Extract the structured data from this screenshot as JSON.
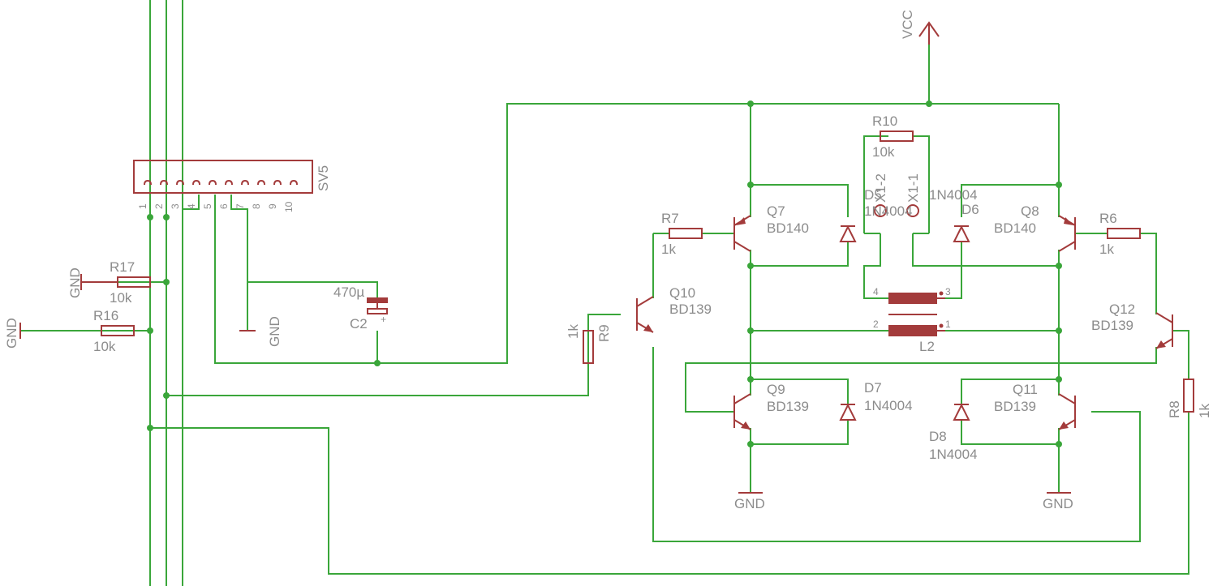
{
  "schematic": {
    "labels": {
      "vcc": "VCC",
      "sv5": "SV5",
      "sv5_pins": [
        "1",
        "2",
        "3",
        "4",
        "5",
        "6",
        "7",
        "8",
        "9",
        "10"
      ],
      "r17": "R17",
      "r17_val": "10k",
      "r16": "R16",
      "r16_val": "10k",
      "gnd_left1": "GND",
      "gnd_left2": "GND",
      "gnd_c2": "GND",
      "c2": "C2",
      "c2_val": "470µ",
      "c2_plus": "+",
      "r10": "R10",
      "r10_val": "10k",
      "x1_2": "X1-2",
      "x1_1": "X1-1",
      "d5": "D5",
      "d5_val": "1N4004",
      "d6": "D6",
      "d6_val": "1N4004",
      "d7": "D7",
      "d7_val": "1N4004",
      "d8": "D8",
      "d8_val": "1N4004",
      "r7": "R7",
      "r7_val": "1k",
      "r6": "R6",
      "r6_val": "1k",
      "r9": "R9",
      "r9_val": "1k",
      "r8": "R8",
      "r8_val": "1k",
      "q7": "Q7",
      "q7_val": "BD140",
      "q8": "Q8",
      "q8_val": "BD140",
      "q9": "Q9",
      "q9_val": "BD139",
      "q11": "Q11",
      "q11_val": "BD139",
      "q10": "Q10",
      "q10_val": "BD139",
      "q12": "Q12",
      "q12_val": "BD139",
      "l2": "L2",
      "l2_pins": [
        "4",
        "3",
        "2",
        "1"
      ],
      "gnd_q9": "GND",
      "gnd_q11": "GND"
    },
    "colors": {
      "wire": "#3aa63a",
      "part": "#a33b3b",
      "text": "#8c8c8c"
    }
  }
}
